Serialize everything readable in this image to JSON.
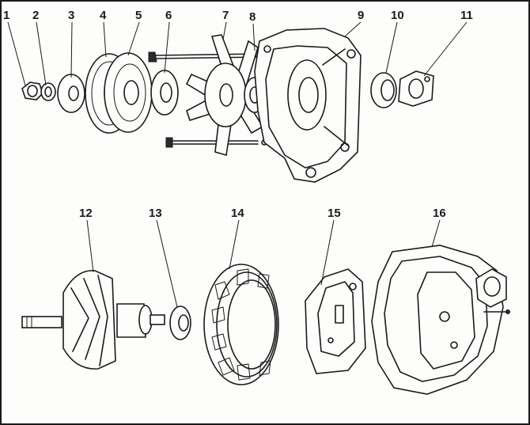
{
  "labels": [
    "1",
    "2",
    "3",
    "4",
    "5",
    "6",
    "7",
    "8",
    "9",
    "10",
    "11",
    "12",
    "13",
    "14",
    "15",
    "16"
  ],
  "colors": {
    "ink": "#1a1a1a",
    "paper": "#fdfdfb"
  }
}
